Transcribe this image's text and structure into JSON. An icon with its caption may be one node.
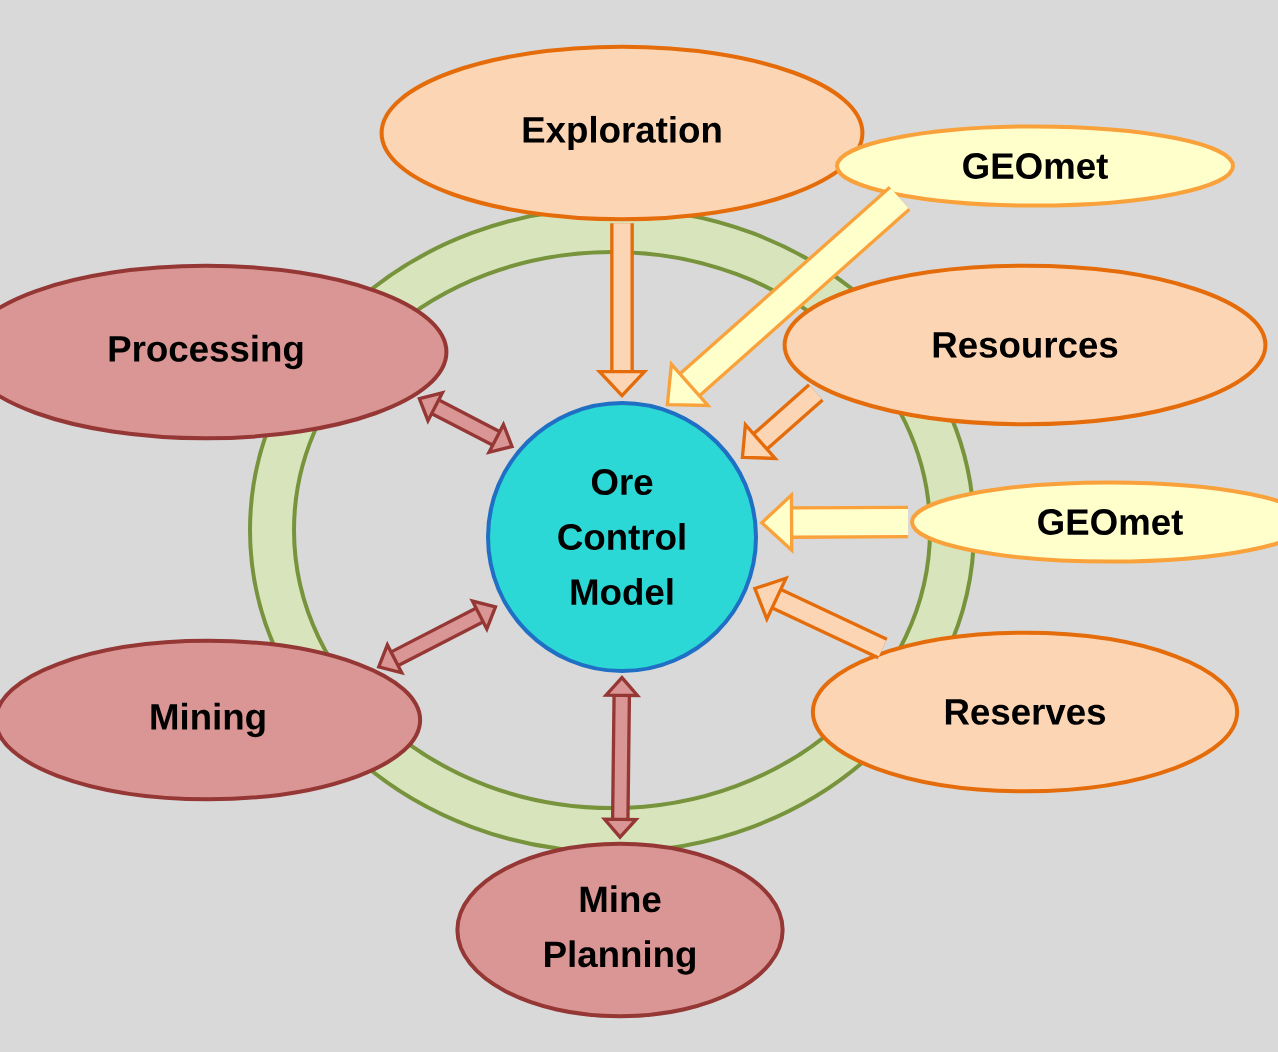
{
  "diagram": {
    "nodes": [
      {
        "text": [
          "Exploration"
        ]
      },
      {
        "text": [
          "GEOmet"
        ]
      },
      {
        "text": [
          "Processing"
        ]
      },
      {
        "text": [
          "Resources"
        ]
      },
      {
        "text": [
          "Ore Control Model"
        ]
      },
      {
        "text": [
          "GEOmet"
        ]
      },
      {
        "text": [
          "Mining"
        ]
      },
      {
        "text": [
          "Reserves"
        ]
      },
      {
        "text": [
          "Mine Planning"
        ]
      }
    ],
    "edges": [
      {
        "from": 0,
        "to": 4,
        "arrow": "to"
      },
      {
        "from": 1,
        "to": 4,
        "arrow": "to",
        "color": "#f9a23b"
      },
      {
        "from": 3,
        "to": 4,
        "arrow": "to"
      },
      {
        "from": 5,
        "to": 4,
        "arrow": "to",
        "color": "#f9a23b"
      },
      {
        "from": 7,
        "to": 4,
        "arrow": "to"
      },
      {
        "from": 2,
        "to": 4,
        "arrow": "both",
        "color": "#953735"
      },
      {
        "from": 6,
        "to": 4,
        "arrow": "both",
        "color": "#953735"
      },
      {
        "from": 8,
        "to": 4,
        "arrow": "both",
        "color": "#953735"
      }
    ]
  }
}
